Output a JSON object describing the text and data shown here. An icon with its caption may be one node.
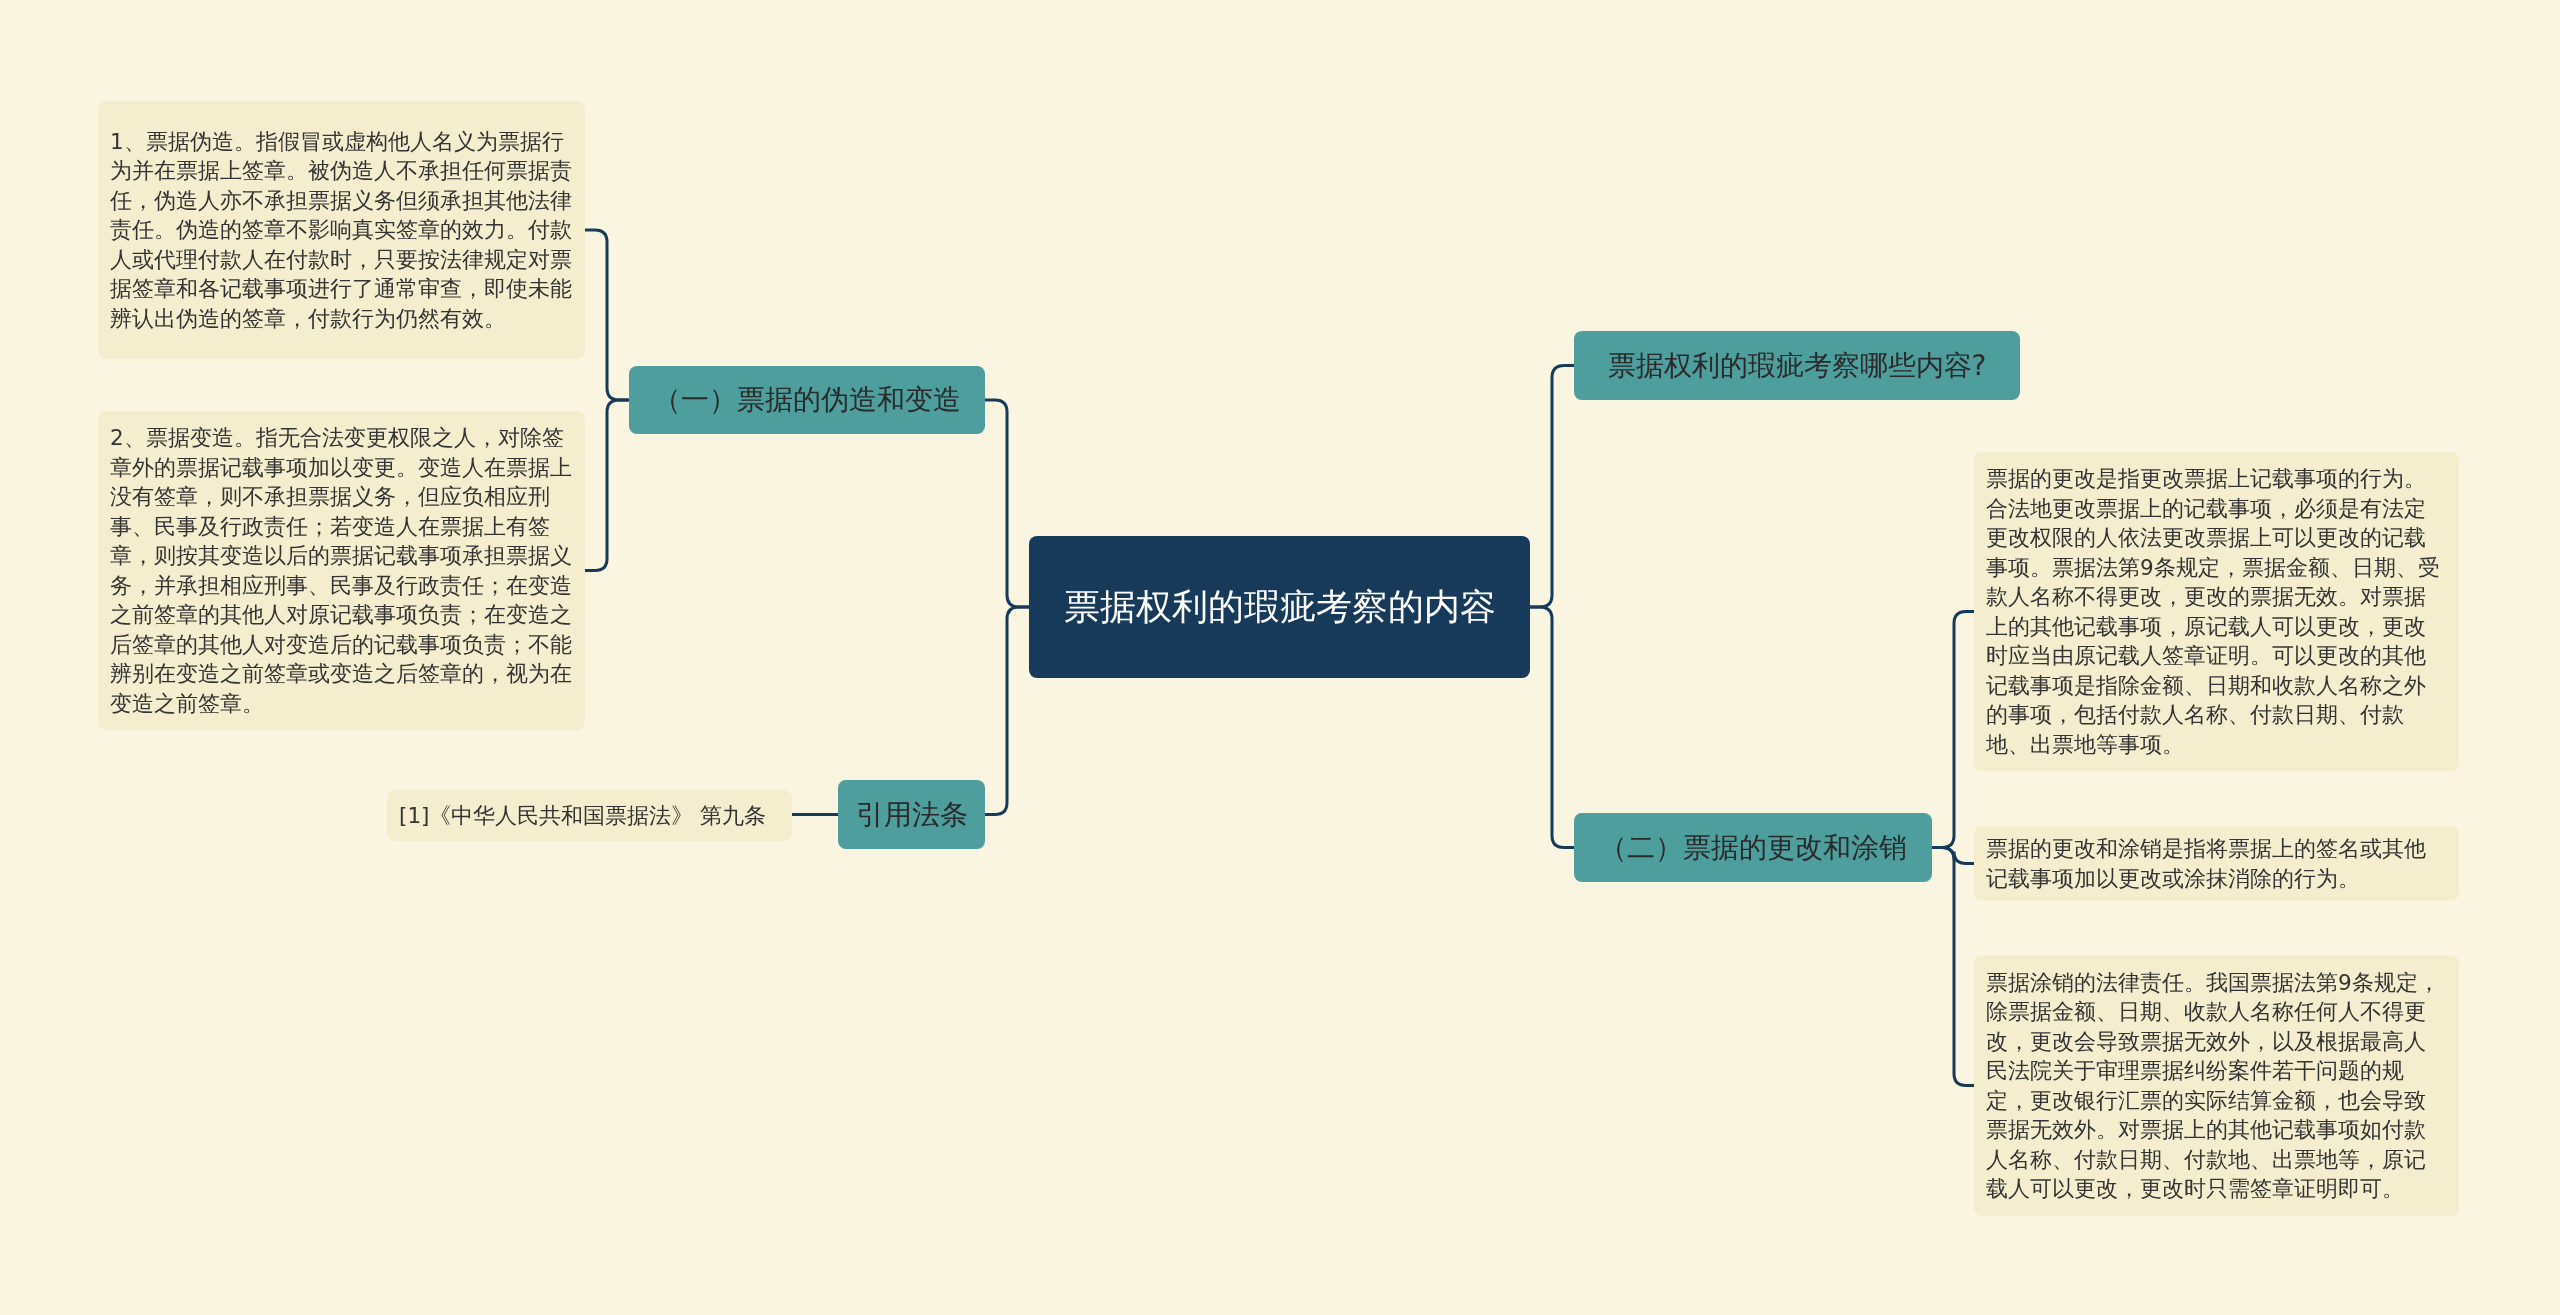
{
  "diagram": {
    "nodes": [
      {
        "text": [
          "票据权利的瑕疵考察的内容"
        ]
      },
      {
        "text": [
          "（一）票据的伪造和变造"
        ]
      },
      {
        "text": [
          "1、票据伪造。指假冒或虚构他人名义为票据行为并在票据上签章。被伪造人不承担任何票据责任，伪造人亦不承担票据义务但须承担其他法律责任。伪造的签章不影响真实签章的效力。付款人或代理付款人在付款时，只要按法律规定对票据签章和各记载事项进行了通常审查，即使未能辨认出伪造的签章，付款行为仍然有效。"
        ]
      },
      {
        "text": [
          "2、票据变造。指无合法变更权限之人，对除签章外的票据记载事项加以变更。变造人在票据上没有签章，则不承担票据义务，但应负相应刑事、民事及行政责任；若变造人在票据上有签章，则按其变造以后的票据记载事项承担票据义务，并承担相应刑事、民事及行政责任；在变造之前签章的其他人对原记载事项负责；在变造之后签章的其他人对变造后的记载事项负责；不能辨别在变造之前签章或变造之后签章的，视为在变造之前签章。"
        ]
      },
      {
        "text": [
          "引用法条"
        ]
      },
      {
        "text": [
          "[1]《中华人民共和国票据法》 第九条"
        ]
      },
      {
        "text": [
          "票据权利的瑕疵考察哪些内容?"
        ]
      },
      {
        "text": [
          "（二）票据的更改和涂销"
        ]
      },
      {
        "text": [
          "票据的更改是指更改票据上记载事项的行为。合法地更改票据上的记载事项，必须是有法定更改权限的人依法更改票据上可以更改的记载事项。票据法第9条规定，票据金额、日期、受款人名称不得更改，更改的票据无效。对票据上的其他记载事项，原记载人可以更改，更改时应当由原记载人签章证明。可以更改的其他记载事项是指除金额、日期和收款人名称之外的事项，包括付款人名称、付款日期、付款地、出票地等事项。"
        ]
      },
      {
        "text": [
          "票据的更改和涂销是指将票据上的签名或其他记载事项加以更改或涂抹消除的行为。"
        ]
      },
      {
        "text": [
          "票据涂销的法律责任。我国票据法第9条规定，除票据金额、日期、收款人名称任何人不得更改，更改会导致票据无效外，以及根据最高人民法院关于审理票据纠纷案件若干问题的规定，更改银行汇票的实际结算金额，也会导致票据无效外。对票据上的其他记载事项如付款人名称、付款日期、付款地、出票地等，原记载人可以更改，更改时只需签章证明即可。"
        ]
      }
    ],
    "edges": [
      {
        "from": 0,
        "to": 1,
        "arrow": "none"
      },
      {
        "from": 1,
        "to": 2,
        "arrow": "none"
      },
      {
        "from": 1,
        "to": 3,
        "arrow": "none"
      },
      {
        "from": 0,
        "to": 4,
        "arrow": "none"
      },
      {
        "from": 4,
        "to": 5,
        "arrow": "none"
      },
      {
        "from": 0,
        "to": 6,
        "arrow": "none"
      },
      {
        "from": 0,
        "to": 7,
        "arrow": "none"
      },
      {
        "from": 7,
        "to": 8,
        "arrow": "none"
      },
      {
        "from": 7,
        "to": 9,
        "arrow": "none"
      },
      {
        "from": 7,
        "to": 10,
        "arrow": "none"
      }
    ]
  }
}
